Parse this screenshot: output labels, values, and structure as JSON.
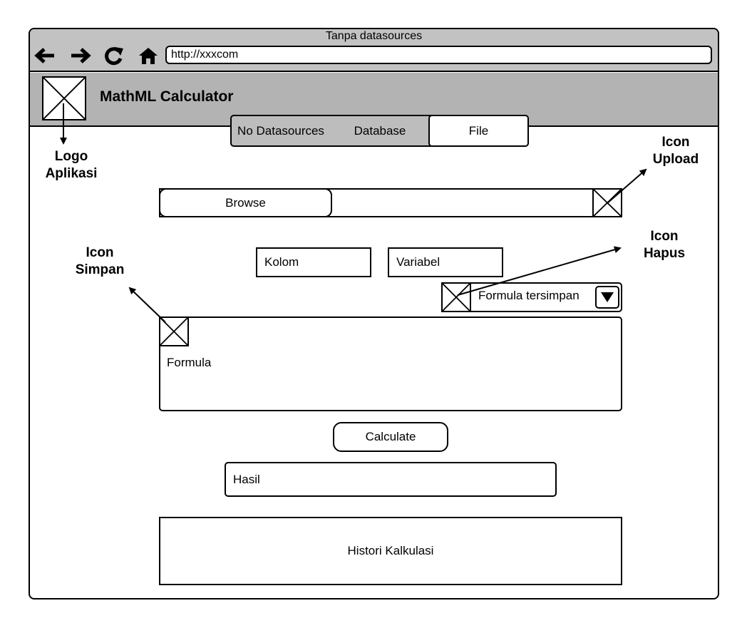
{
  "window": {
    "title": "Tanpa datasources",
    "url": "http://xxxcom"
  },
  "nav": {
    "back_icon": "arrow-left-icon",
    "forward_icon": "arrow-right-icon",
    "reload_icon": "reload-icon",
    "home_icon": "home-icon"
  },
  "app": {
    "title": "MathML Calculator",
    "logo_icon": "image-placeholder-icon"
  },
  "tabs": [
    {
      "label": "No Datasources",
      "active": false
    },
    {
      "label": "Database",
      "active": false
    },
    {
      "label": "File",
      "active": true
    }
  ],
  "browse": {
    "label": "Browse"
  },
  "fields": {
    "kolom": "Kolom",
    "variabel": "Variabel"
  },
  "dropdown": {
    "selected": "Formula tersimpan"
  },
  "formula": {
    "label": "Formula"
  },
  "calculate": {
    "label": "Calculate"
  },
  "hasil": {
    "label": "Hasil"
  },
  "histori": {
    "label": "Histori Kalkulasi"
  },
  "annotations": {
    "logo": [
      "Logo",
      "Aplikasi"
    ],
    "upload": [
      "Icon",
      "Upload"
    ],
    "hapus": [
      "Icon",
      "Hapus"
    ],
    "simpan": [
      "Icon",
      "Simpan"
    ]
  },
  "colors": {
    "chrome_bg": "#c2c2c2",
    "appbar_bg": "#b3b3b3",
    "tab_bg": "#bdbdbd",
    "border": "#000000"
  }
}
